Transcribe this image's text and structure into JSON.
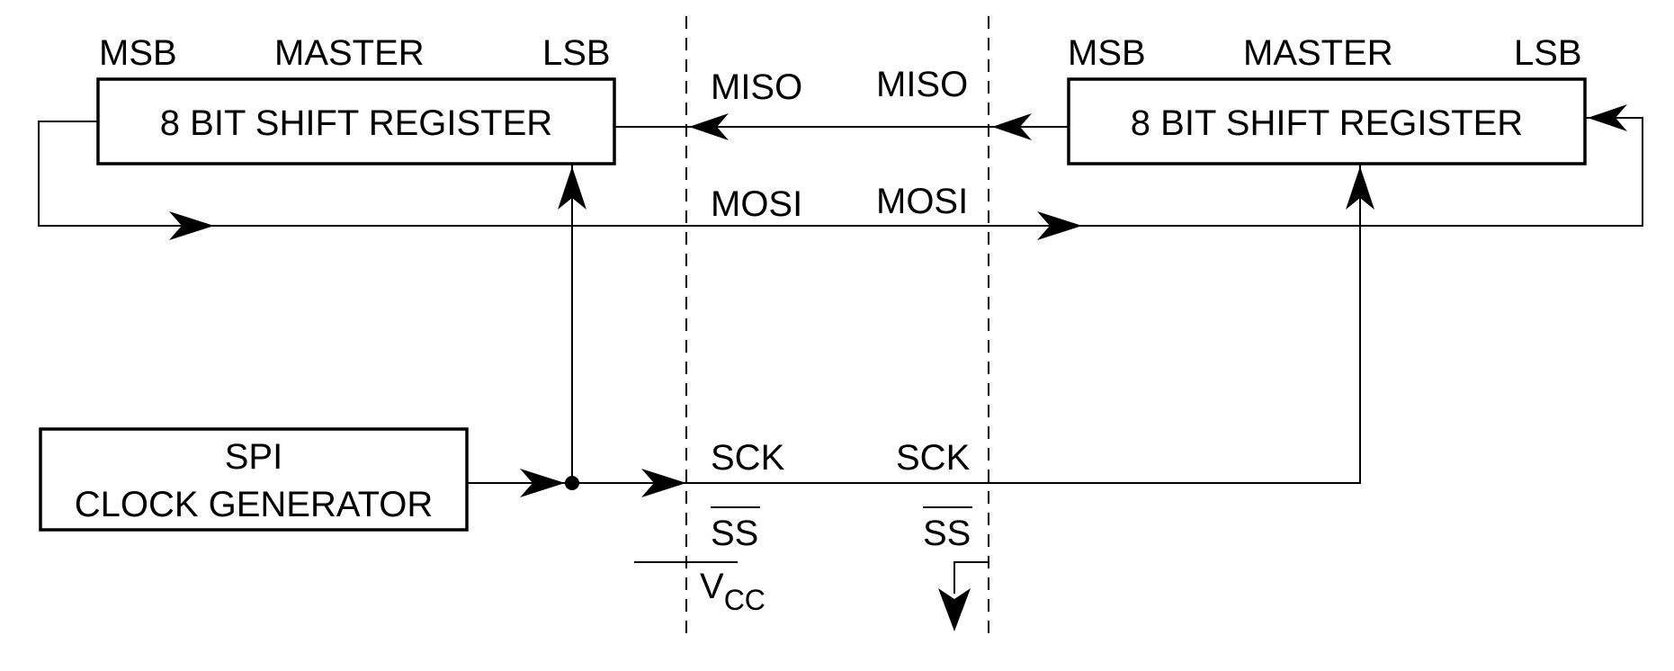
{
  "left_register": {
    "msb_label": "MSB",
    "role_label": "MASTER",
    "lsb_label": "LSB",
    "box_label": "8 BIT SHIFT REGISTER"
  },
  "right_register": {
    "msb_label": "MSB",
    "role_label": "MASTER",
    "lsb_label": "LSB",
    "box_label": "8 BIT SHIFT REGISTER"
  },
  "clock_generator": {
    "line1": "SPI",
    "line2": "CLOCK GENERATOR"
  },
  "signals": {
    "miso_left": "MISO",
    "miso_right": "MISO",
    "mosi_left": "MOSI",
    "mosi_right": "MOSI",
    "sck_left": "SCK",
    "sck_right": "SCK",
    "ss_left": "SS",
    "ss_right": "SS",
    "vcc_main": "V",
    "vcc_sub": "CC"
  }
}
